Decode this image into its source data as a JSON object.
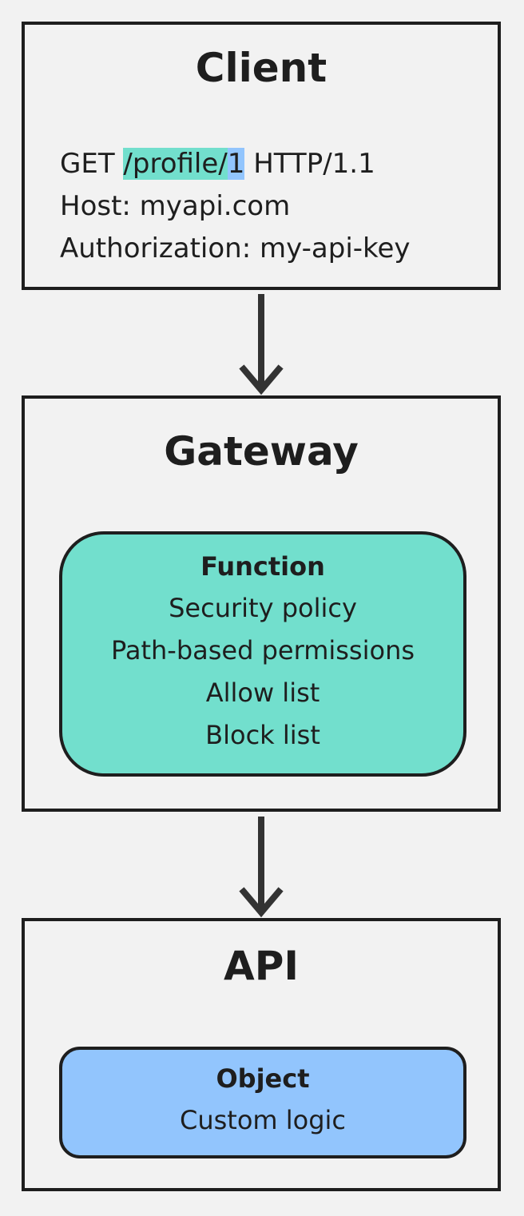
{
  "client": {
    "title": "Client",
    "request": {
      "method": "GET",
      "path_highlight": "/profile/",
      "id_highlight": "1",
      "protocol": "HTTP/1.1",
      "host_line": "Host: myapi.com",
      "auth_line": "Authorization: my-api-key"
    }
  },
  "gateway": {
    "title": "Gateway",
    "function_box": {
      "heading": "Function",
      "items": [
        "Security policy",
        "Path-based permissions",
        "Allow list",
        "Block list"
      ]
    }
  },
  "api": {
    "title": "API",
    "object_box": {
      "heading": "Object",
      "items": [
        "Custom logic"
      ]
    }
  },
  "colors": {
    "background": "#f2f2f2",
    "stroke": "#1e1e1e",
    "teal": "#72dfcd",
    "blue": "#92c5fd"
  },
  "icons": [
    "arrow-down-icon"
  ]
}
